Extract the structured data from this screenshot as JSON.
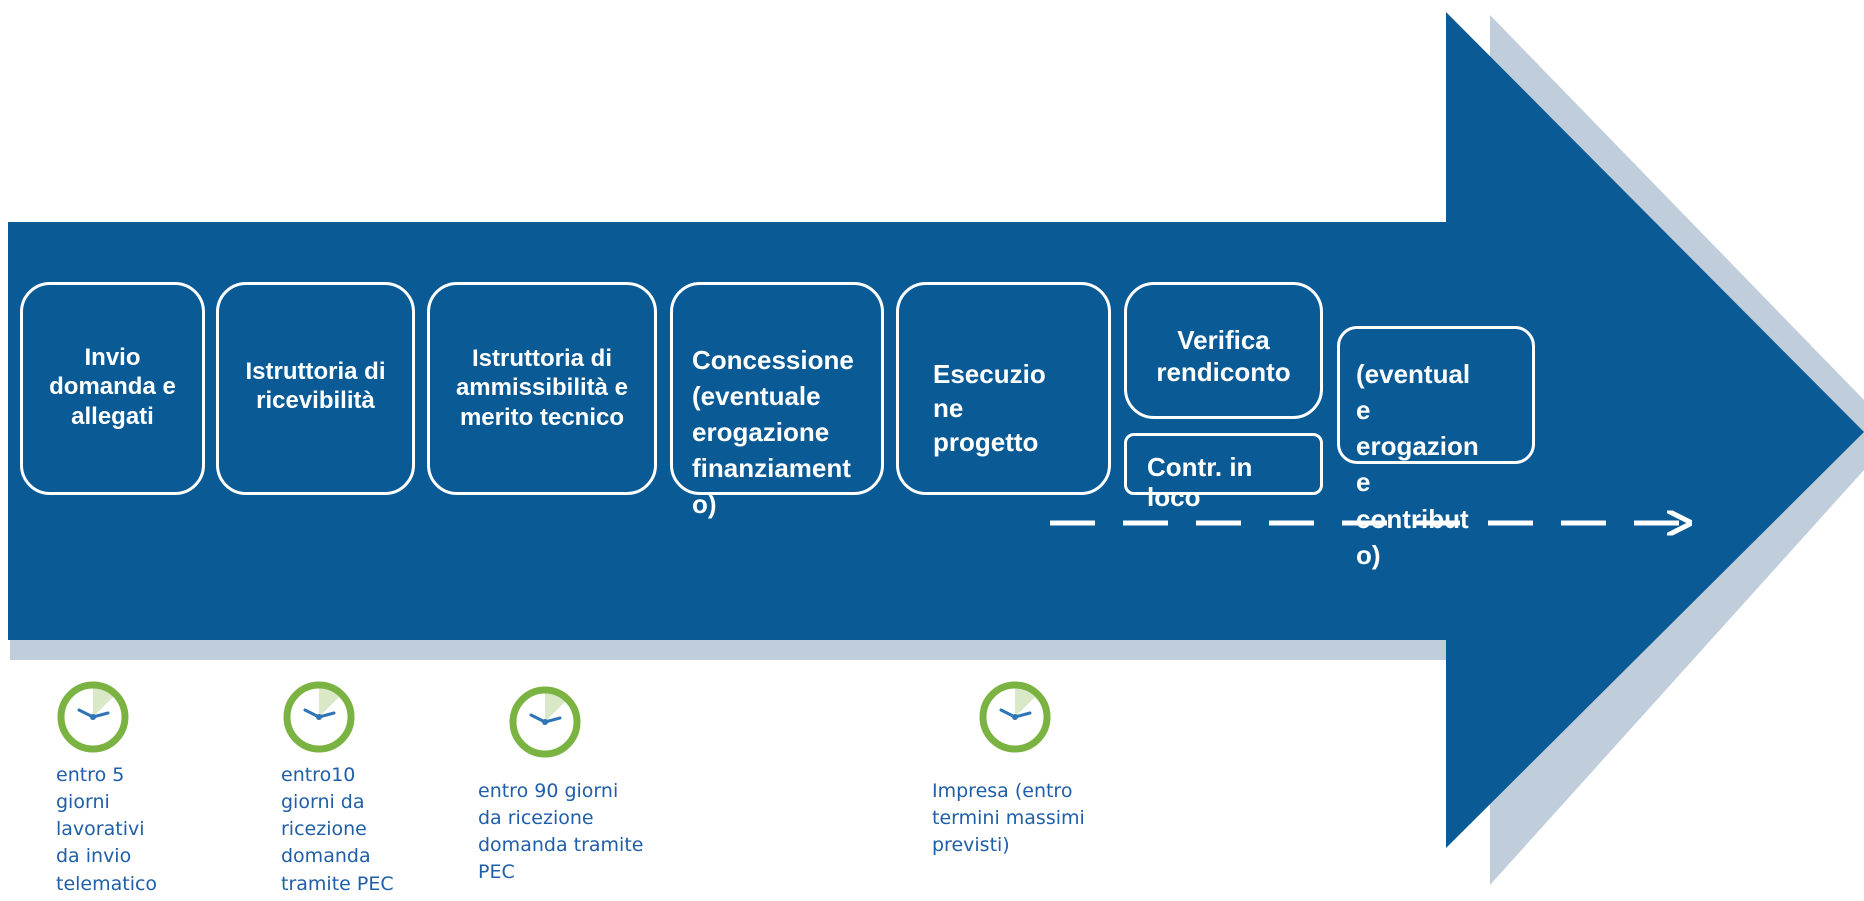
{
  "colors": {
    "arrow": "#0a5a96",
    "shadow": "#b9c9d8",
    "box_border": "#ffffff",
    "clock_ring": "#7ab342",
    "clock_wedge": "#d9e8c7",
    "clock_hands": "#2f74b5",
    "note_text": "#1f5ea8"
  },
  "steps": [
    {
      "label": "Invio\ndomanda e\nallegati"
    },
    {
      "label": "Istruttoria di\nricevibilità"
    },
    {
      "label": "Istruttoria di\nammissibilità e\nmerito tecnico"
    },
    {
      "label": "Concessione\n(eventuale\nerogazione\nfinanziament\no)"
    },
    {
      "label": "Esecuzio\nne\nprogetto"
    },
    {
      "label": "Verifica\nrendiconto"
    },
    {
      "label": "Contr. in\nloco"
    },
    {
      "label": "(eventual\ne\nerogazion\ne\ncontribut\no)"
    }
  ],
  "timings": [
    {
      "icon": "clock-icon",
      "text": "entro 5\ngiorni\nlavorativi\nda invio\ntelematico"
    },
    {
      "icon": "clock-icon",
      "text": "entro10\ngiorni da\nricezione\ndomanda\ntramite PEC"
    },
    {
      "icon": "clock-icon",
      "text": "entro 90 giorni\nda ricezione\ndomanda tramite\nPEC"
    },
    {
      "icon": "clock-icon",
      "text": "Impresa (entro\ntermini massimi\nprevisti)"
    }
  ]
}
